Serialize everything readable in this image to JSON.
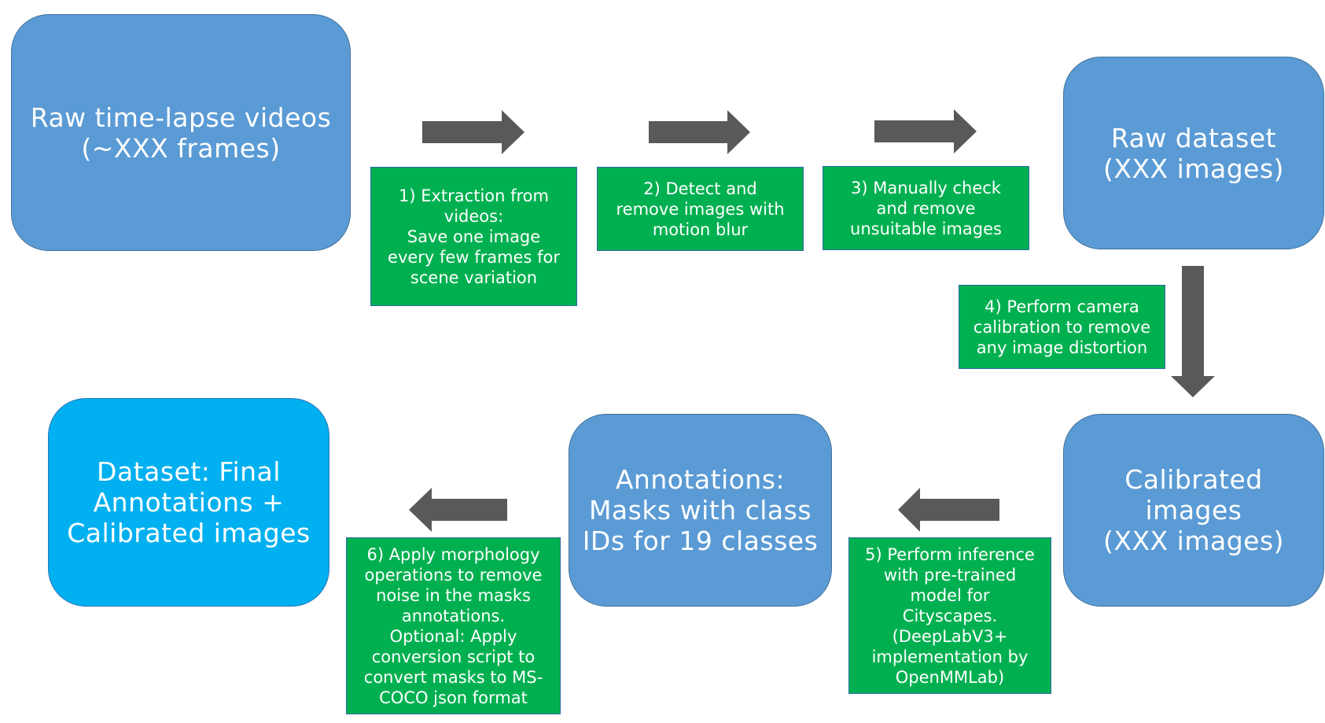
{
  "stages": {
    "raw_videos": "Raw time-lapse videos\n(~XXX frames)",
    "raw_dataset": "Raw dataset\n(XXX images)",
    "calibrated": "Calibrated\nimages\n(XXX images)",
    "annotations": "Annotations:\nMasks with class\nIDs for 19 classes",
    "final_dataset": "Dataset: Final\nAnnotations +\nCalibrated images"
  },
  "steps": {
    "step1": "1) Extraction from\nvideos:\nSave one image\nevery few frames for\nscene variation",
    "step2": "2) Detect and\nremove images with\nmotion blur",
    "step3": "3) Manually check\nand remove\nunsuitable images",
    "step4": "4) Perform camera\ncalibration to remove\nany image distortion",
    "step5": "5) Perform inference\nwith pre-trained\nmodel for\nCityscapes.\n(DeepLabV3+\nimplementation by\nOpenMMLab)",
    "step6": "6) Apply morphology\noperations to remove\nnoise in the masks\nannotations.\nOptional: Apply\nconversion script to\nconvert masks to MS-\nCOCO json format"
  },
  "colors": {
    "stage_fill": "#5b9bd5",
    "final_fill": "#00b0f0",
    "step_fill": "#00b050",
    "arrow_fill": "#595959"
  }
}
